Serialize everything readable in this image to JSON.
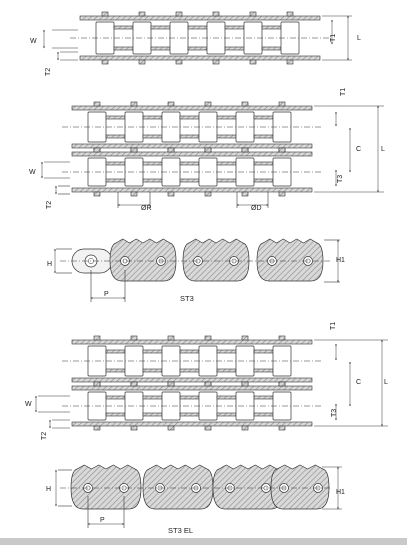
{
  "labels": {
    "w": "W",
    "t1": "T1",
    "t2": "T2",
    "t3": "T3",
    "l": "L",
    "c": "C",
    "h": "H",
    "h1": "H1",
    "p": "P",
    "r": "ØR",
    "d": "ØD"
  },
  "captions": {
    "st3": "ST3",
    "st3el": "ST3 EL"
  },
  "colors": {
    "hatch": "#a9a9a9",
    "line": "#333333",
    "background": "#ffffff"
  }
}
